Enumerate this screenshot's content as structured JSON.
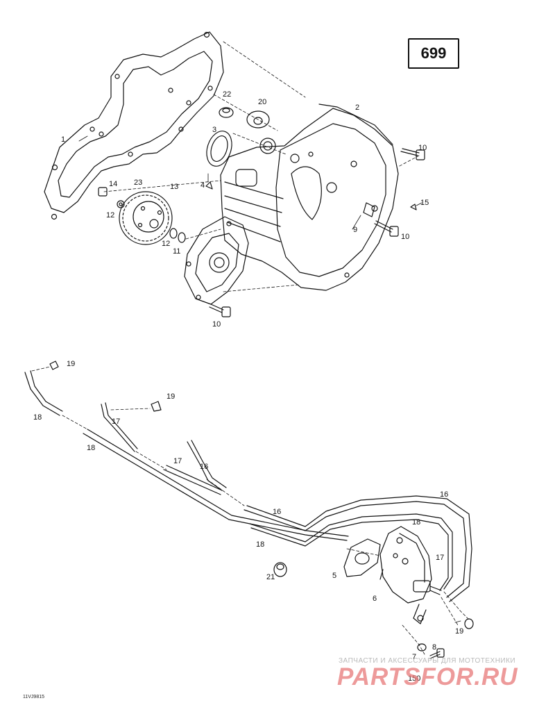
{
  "page_number": "699",
  "drawing_code": "11VJ9815",
  "watermark": {
    "line1": "ЗАПЧАСТИ И АКСЕССУАРЫ ДЛЯ МОТОТЕХНИКИ",
    "line2": "PARTSFOR.RU"
  },
  "callouts": [
    "1",
    "2",
    "3",
    "4",
    "9",
    "10",
    "10",
    "10",
    "11",
    "12",
    "12",
    "13",
    "14",
    "15",
    "20",
    "22",
    "23",
    "19",
    "18",
    "19",
    "17",
    "18",
    "17",
    "16",
    "16",
    "16",
    "18",
    "18",
    "21",
    "5",
    "17",
    "6",
    "19",
    "7",
    "8",
    "150"
  ],
  "colors": {
    "line": "#111111",
    "background": "#ffffff",
    "watermark": "#e77878"
  }
}
